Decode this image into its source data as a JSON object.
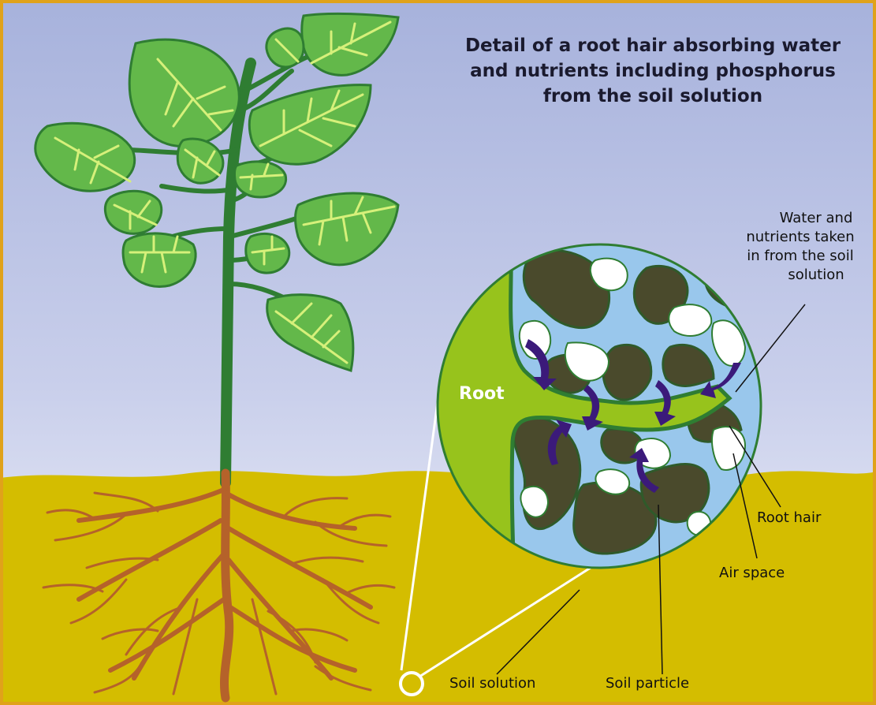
{
  "title": {
    "line1": "Detail of a root hair absorbing water",
    "line2": "and nutrients including phosphorus",
    "line3": "from the soil solution"
  },
  "labels": {
    "root": "Root",
    "water_line1": "Water and",
    "water_line2": "nutrients taken",
    "water_line3": "in from the soil",
    "water_line4": "solution",
    "root_hair": "Root hair",
    "air_space": "Air space",
    "soil_solution": "Soil solution",
    "soil_particle": "Soil particle"
  },
  "colors": {
    "sky_top": "#a7b2dc",
    "sky_bottom": "#f2f4fb",
    "soil": "#d4bd00",
    "frame": "#e0a21a",
    "leaf": "#63b84a",
    "leaf_vein": "#d6f07a",
    "stem": "#2f7d32",
    "roots": "#b5622a",
    "detail_bg": "#99c7ec",
    "detail_root": "#97c31c",
    "soil_particle": "#4a4a2c",
    "arrow": "#3b1a7a"
  }
}
